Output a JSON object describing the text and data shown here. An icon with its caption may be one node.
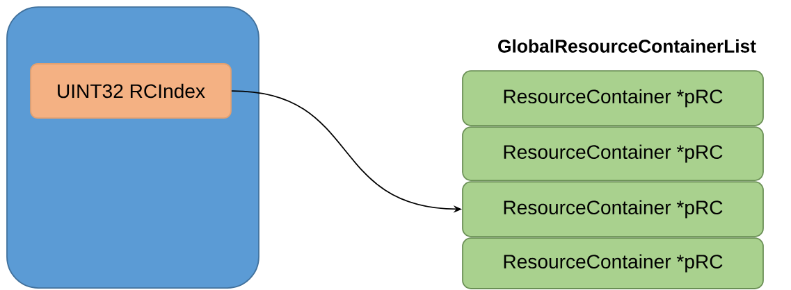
{
  "diagram": {
    "title": "GlobalResourceContainerList",
    "nodes": [
      {
        "text": [],
        "shape": "box"
      },
      {
        "text": [
          "UINT32 RCIndex"
        ],
        "in": 0
      },
      {
        "text": [
          "ResourceContainer *pRC"
        ]
      },
      {
        "text": [
          "ResourceContainer *pRC"
        ]
      },
      {
        "text": [
          "ResourceContainer *pRC"
        ]
      },
      {
        "text": [
          "ResourceContainer *pRC"
        ]
      }
    ],
    "edges": [
      {
        "from": 1,
        "to": 4,
        "arrow": "to"
      }
    ]
  }
}
